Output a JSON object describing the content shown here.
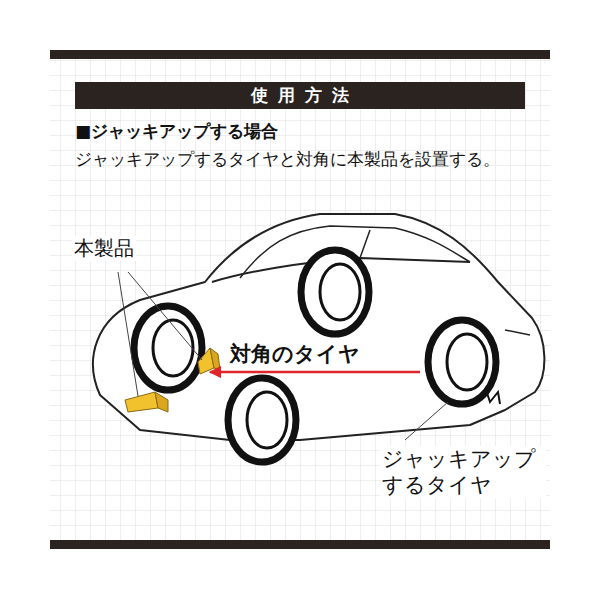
{
  "diagram": {
    "title": "使用方法",
    "labels": [
      "■ジャッキアップする場合",
      "ジャッキアップするタイヤと対角に本製品を設置する。",
      "本製品",
      "対角のタイヤ",
      "ジャッキアップ するタイヤ"
    ]
  }
}
